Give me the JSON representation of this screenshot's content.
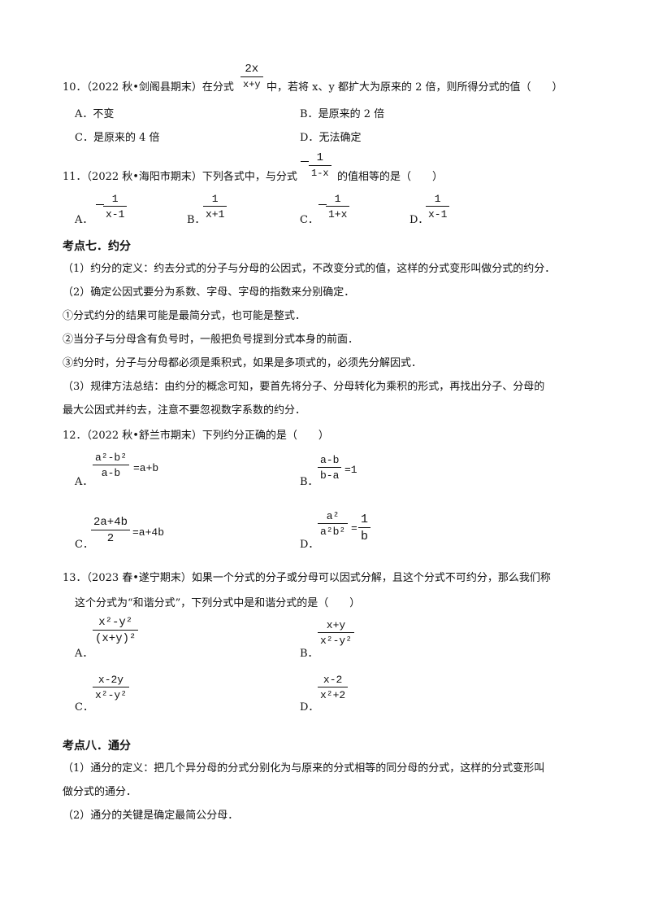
{
  "q10": {
    "prefix": "10．（2022 秋•剑阁县期末）在分式",
    "frac_num": "2x",
    "frac_den": "x+y",
    "suffix": "中，若将 x、y 都扩大为原来的 2 倍，则所得分式的值（　　）",
    "options": [
      {
        "key": "A．",
        "text": "不变"
      },
      {
        "key": "B．",
        "text": "是原来的 2 倍"
      },
      {
        "key": "C．",
        "text": "是原来的 4 倍"
      },
      {
        "key": "D．",
        "text": "无法确定"
      }
    ]
  },
  "q11": {
    "prefix": "11．（2022 秋•海阳市期末）下列各式中，与分式",
    "frac_num": "1",
    "frac_den": "1-x",
    "suffix": "的值相等的是（　　）",
    "options": [
      {
        "key": "A．",
        "num": "1",
        "den": "x-1",
        "neg": true
      },
      {
        "key": "B．",
        "num": "1",
        "den": "x+1",
        "neg": false
      },
      {
        "key": "C．",
        "num": "1",
        "den": "1+x",
        "neg": true
      },
      {
        "key": "D．",
        "num": "1",
        "den": "x-1",
        "neg": false
      }
    ]
  },
  "sec7": {
    "title": "考点七．约分",
    "lines": [
      "（1）约分的定义：约去分式的分子与分母的公因式，不改变分式的值，这样的分式变形叫做分式的约分．",
      "（2）确定公因式要分为系数、字母、字母的指数来分别确定．",
      "①分式约分的结果可能是最简分式，也可能是整式．",
      "②当分子与分母含有负号时，一般把负号提到分式本身的前面．",
      "③约分时，分子与分母都必须是乘积式，如果是多项式的，必须先分解因式．",
      "（3）规律方法总结：由约分的概念可知，要首先将分子、分母转化为乘积的形式，再找出分子、分母的",
      "最大公因式并约去，注意不要忽视数字系数的约分．"
    ]
  },
  "q12": {
    "stem": "12．（2022 秋•舒兰市期末）下列约分正确的是（　　）",
    "a_key": "A．",
    "a_num": "a²-b²",
    "a_den": "a-b",
    "a_rhs": "=a+b",
    "b_key": "B．",
    "b_num": "a-b",
    "b_den": "b-a",
    "b_rhs": "=1",
    "c_key": "C．",
    "c_num": "2a+4b",
    "c_den": "2",
    "c_rhs": "=a+4b",
    "d_key": "D．",
    "d_num": "a²",
    "d_den": "a²b²",
    "d_rhs_num": "1",
    "d_rhs_den": "b"
  },
  "q13": {
    "stem_line1": "13．（2023 春•遂宁期末）如果一个分式的分子或分母可以因式分解，且这个分式不可约分，那么我们称",
    "stem_line2": "这个分式为“和谐分式”，下列分式中是和谐分式的是（　　）",
    "a_key": "A．",
    "a_num": "x²-y²",
    "a_den": "(x+y)²",
    "b_key": "B．",
    "b_num": "x+y",
    "b_den": "x²-y²",
    "c_key": "C．",
    "c_num": "x-2y",
    "c_den": "x²-y²",
    "d_key": "D．",
    "d_num": "x-2",
    "d_den": "x²+2"
  },
  "sec8": {
    "title": "考点八．通分",
    "lines": [
      "（1）通分的定义：把几个异分母的分式分别化为与原来的分式相等的同分母的分式，这样的分式变形叫",
      "做分式的通分．",
      "（2）通分的关键是确定最简公分母．"
    ]
  }
}
